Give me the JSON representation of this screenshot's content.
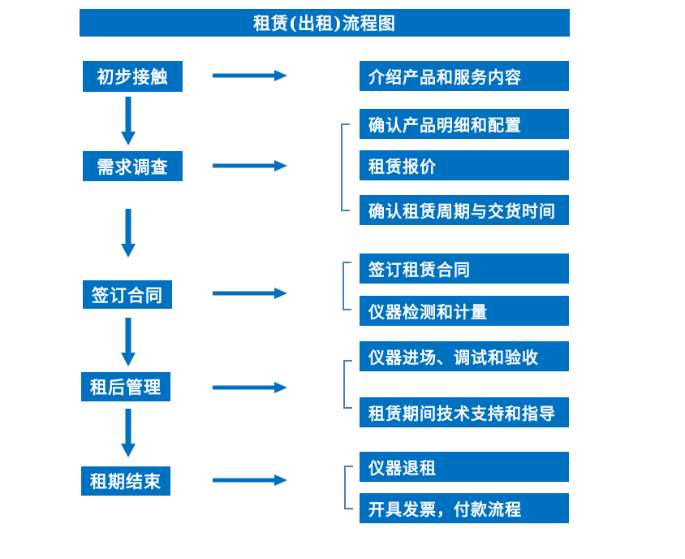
{
  "title": "租赁(出租)流程图",
  "colors": {
    "primary_blue": "#0070C0",
    "bracket_blue": "#4A7EBD",
    "text_white": "#FFFFFF",
    "background": "#FFFFFF"
  },
  "steps": [
    {
      "label": "初步接触"
    },
    {
      "label": "需求调查"
    },
    {
      "label": "签订合同"
    },
    {
      "label": "租后管理"
    },
    {
      "label": "租期结束"
    }
  ],
  "details": [
    {
      "label": "介绍产品和服务内容"
    },
    {
      "label": "确认产品明细和配置"
    },
    {
      "label": "租赁报价"
    },
    {
      "label": "确认租赁周期与交货时间"
    },
    {
      "label": "签订租赁合同"
    },
    {
      "label": "仪器检测和计量"
    },
    {
      "label": "仪器进场、调试和验收"
    },
    {
      "label": "租赁期间技术支持和指导"
    },
    {
      "label": "仪器退租"
    },
    {
      "label": "开具发票，付款流程"
    }
  ]
}
